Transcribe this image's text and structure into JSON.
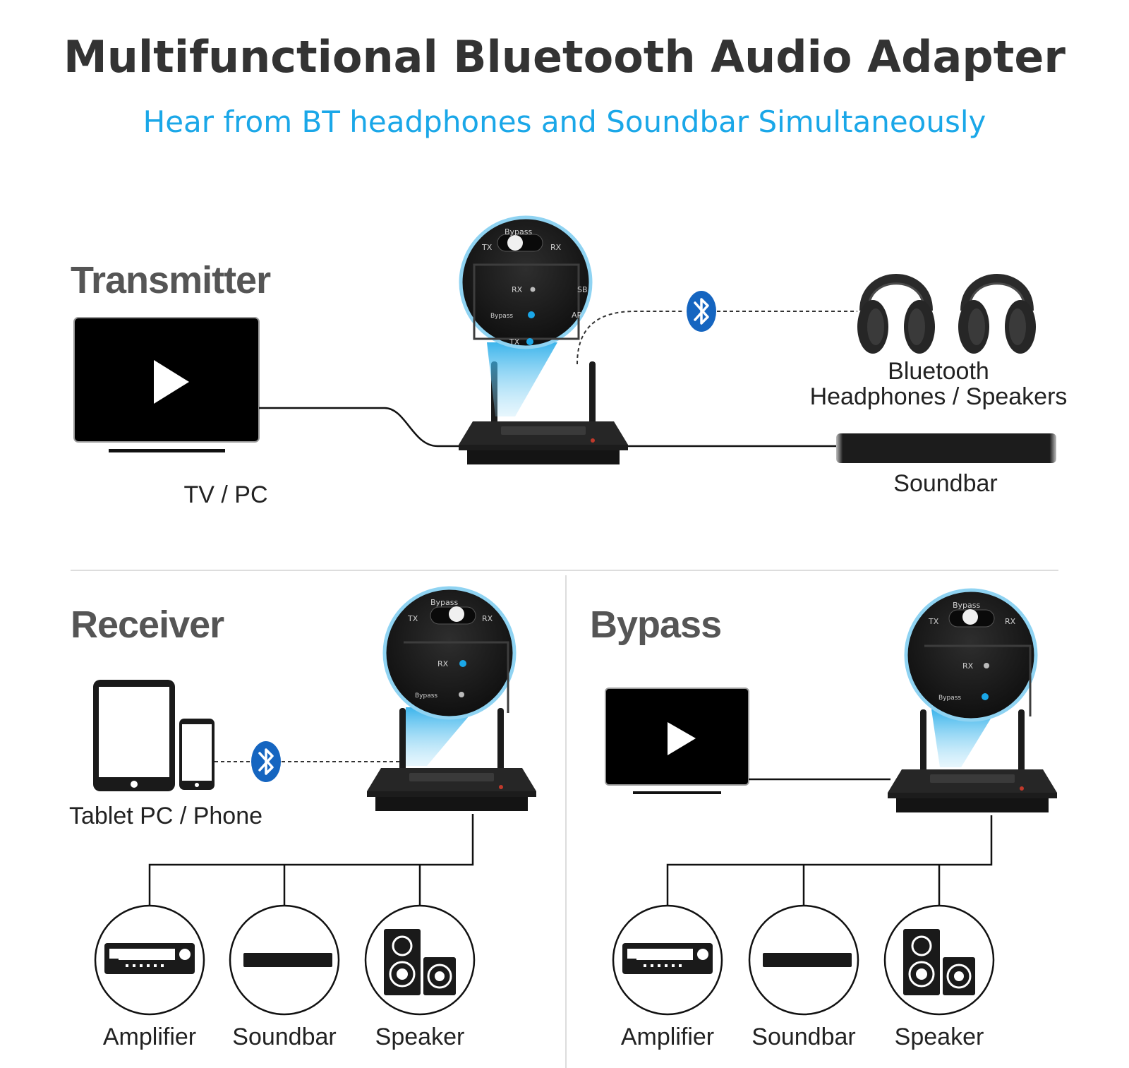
{
  "header": {
    "title": "Multifunctional Bluetooth Audio Adapter",
    "subtitle": "Hear from BT headphones and Soundbar Simultaneously"
  },
  "transmitter": {
    "heading": "Transmitter",
    "source_label": "TV / PC",
    "headphones_label_line1": "Bluetooth",
    "headphones_label_line2": "Headphones / Speakers",
    "soundbar_label": "Soundbar",
    "zoom": {
      "switch_label": "Bypass",
      "tx": "TX",
      "rx": "RX",
      "led_rx": "RX",
      "led_bypass": "Bypass",
      "led_tx": "TX",
      "side1": "SB",
      "side2": "AP"
    }
  },
  "receiver": {
    "heading": "Receiver",
    "source_label": "Tablet PC / Phone",
    "outputs": [
      "Amplifier",
      "Soundbar",
      "Speaker"
    ],
    "zoom": {
      "switch_label": "Bypass",
      "tx": "TX",
      "rx": "RX",
      "led_rx": "RX",
      "led_bypass": "Bypass"
    }
  },
  "bypass": {
    "heading": "Bypass",
    "outputs": [
      "Amplifier",
      "Soundbar",
      "Speaker"
    ],
    "zoom": {
      "switch_label": "Bypass",
      "tx": "TX",
      "rx": "RX",
      "led_rx": "RX",
      "led_bypass": "Bypass"
    }
  },
  "colors": {
    "accent": "#1aa7e8",
    "bluetooth": "#1565c0",
    "device": "#1a1a1a",
    "heading": "#555555"
  },
  "icons": [
    "play-icon",
    "bluetooth-icon",
    "headphones-icon",
    "amplifier-icon",
    "soundbar-icon",
    "speaker-icon"
  ]
}
